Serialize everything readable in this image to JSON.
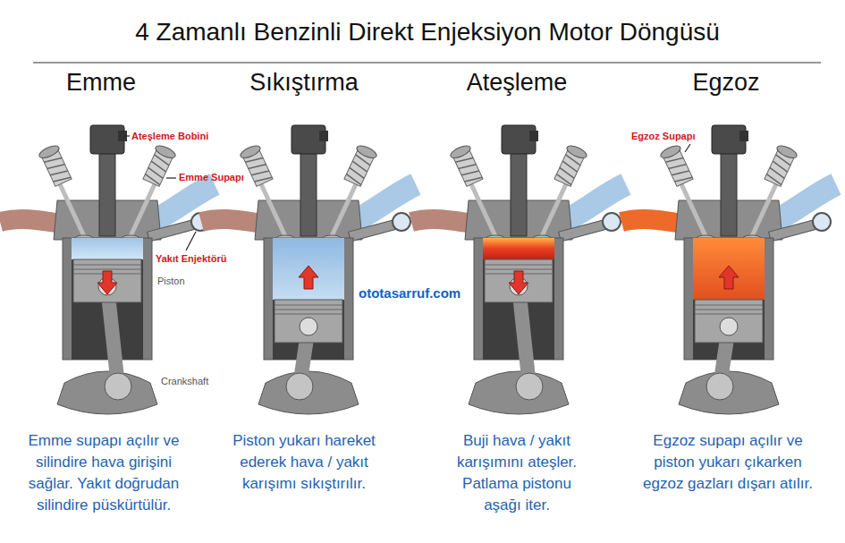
{
  "diagram": {
    "title": "4 Zamanlı Benzinli Direkt Enjeksiyon Motor Döngüsü",
    "labels": [
      "Emme",
      "Sıkıştırma",
      "Ateşleme",
      "Egzoz",
      "Ateşleme Bobini",
      "Emme Supapı",
      "Yakıt Enjektörü",
      "Piston",
      "Crankshaft",
      "ototasarruf.com",
      "Egzoz Supapı",
      "Emme supapı açılır ve silindire hava girişini sağlar. Yakıt doğrudan silindire püskürtülür.",
      "Piston yukarı hareket ederek hava / yakıt karışımı sıkıştırılır.",
      "Buji hava / yakıt karışımını ateşler. Patlama pistonu aşağı iter.",
      "Egzoz supapı açılır ve piston yukarı çıkarken egzoz gazları dışarı atılır."
    ]
  }
}
